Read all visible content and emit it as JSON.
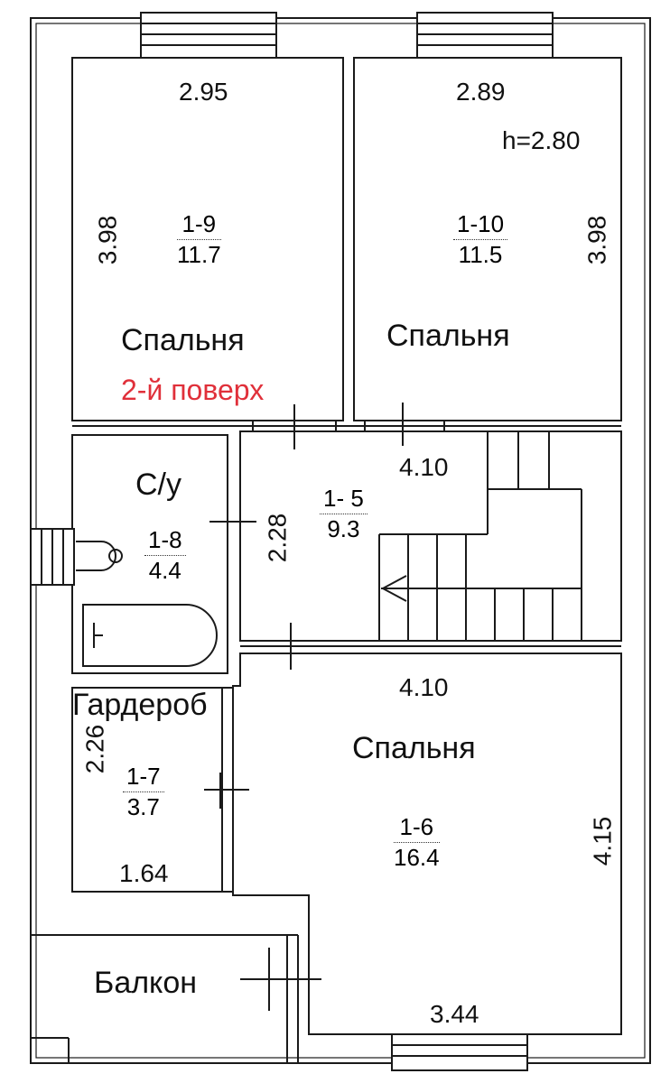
{
  "floor_title": "2-й поверх",
  "ceiling_height": "h=2.80",
  "rooms": [
    {
      "id": "1-9",
      "area": "11.7",
      "name": "Спальня"
    },
    {
      "id": "1-10",
      "area": "11.5",
      "name": "Спальня"
    },
    {
      "id": "1-8",
      "area": "4.4",
      "name": "С/у"
    },
    {
      "id": "1- 5",
      "area": "9.3",
      "name": ""
    },
    {
      "id": "1-7",
      "area": "3.7",
      "name": "Гардероб"
    },
    {
      "id": "1-6",
      "area": "16.4",
      "name": "Спальня"
    }
  ],
  "balcony_label": "Балкон",
  "dimensions": {
    "room19_width": "2.95",
    "room19_depth": "3.98",
    "room110_width": "2.89",
    "room110_depth": "3.98",
    "hall_width": "4.10",
    "hall_depth": "2.28",
    "bedroom_width": "4.10",
    "bedroom_depth": "4.15",
    "bedroom_bottom": "3.44",
    "wardrobe_depth": "2.26",
    "wardrobe_width": "1.64"
  },
  "colors": {
    "lines": "#1a1a1a",
    "accent": "#e0303a",
    "background": "#ffffff"
  }
}
